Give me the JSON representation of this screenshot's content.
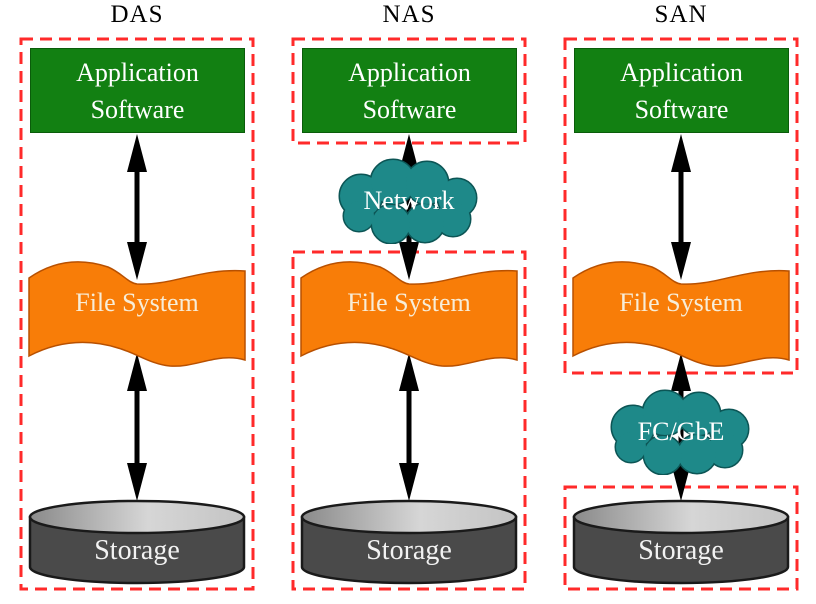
{
  "diagram": {
    "description_labels": {
      "das_title": "DAS",
      "nas_title": "NAS",
      "san_title": "SAN"
    },
    "columns": [
      {
        "id": "das",
        "title": "DAS",
        "application_label": "Application Software",
        "file_system_label": "File System",
        "storage_label": "Storage"
      },
      {
        "id": "nas",
        "title": "NAS",
        "application_label": "Application Software",
        "cloud_label": "Network",
        "file_system_label": "File System",
        "storage_label": "Storage"
      },
      {
        "id": "san",
        "title": "SAN",
        "application_label": "Application Software",
        "file_system_label": "File System",
        "cloud_label": "FC/GbE",
        "storage_label": "Storage"
      }
    ],
    "colors": {
      "application_box": "#128012",
      "application_box_border": "#0a5c0a",
      "file_system_fill": "#f87d08",
      "file_system_outline": "#b85000",
      "file_system_text": "#f7edd8",
      "cloud_fill": "#1e8989",
      "cloud_outline": "#0c5555",
      "storage_body": "#4a4a4a",
      "storage_top_gradient_dark": "#8a8a8a",
      "storage_top_gradient_light": "#d6d6d6",
      "cylinder_outline": "#1a1a1a",
      "dashed_border": "#ff2a2a",
      "arrow": "#000000",
      "title_text": "#000000",
      "label_text_white": "#ffffff"
    }
  }
}
